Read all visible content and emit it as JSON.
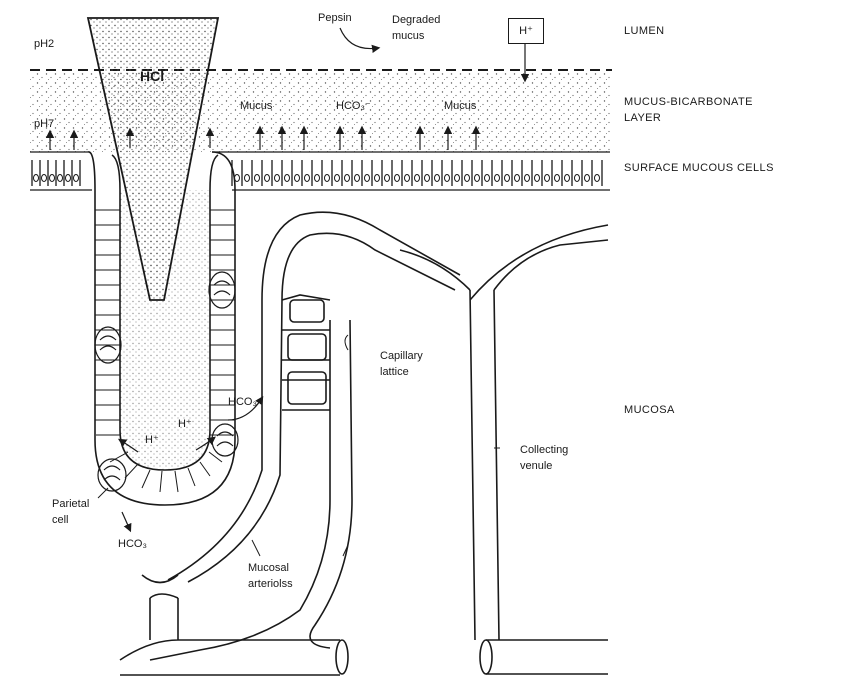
{
  "regions": {
    "lumen": "LUMEN",
    "mucus_bicarbonate_line1": "MUCUS-BICARBONATE",
    "mucus_bicarbonate_line2": "LAYER",
    "surface_mucous_cells": "SURFACE MUCOUS CELLS",
    "mucosa": "MUCOSA"
  },
  "ph": {
    "lumen": "pH2",
    "mucus": "pH7"
  },
  "labels": {
    "hcl": "HCl",
    "pepsin": "Pepsin",
    "degraded_mucus_line1": "Degraded",
    "degraded_mucus_line2": "mucus",
    "h_plus_box": "H⁺",
    "mucus_left": "Mucus",
    "mucus_right": "Mucus",
    "hco3_top": "HCO₃⁻",
    "hco3_gland": "HCO₃⁻",
    "hco3_bottom": "HCO₃",
    "h_plus_left": "H⁺",
    "h_plus_right": "H⁺",
    "capillary_line1": "Capillary",
    "capillary_line2": "lattice",
    "collecting_line1": "Collecting",
    "collecting_line2": "venule",
    "parietal_line1": "Parietal",
    "parietal_line2": "cell",
    "arteriole_line1": "Mucosal",
    "arteriole_line2": "arteriolss"
  },
  "colors": {
    "ink": "#1a1a1a",
    "paper": "#ffffff",
    "stipple": "#555555"
  }
}
